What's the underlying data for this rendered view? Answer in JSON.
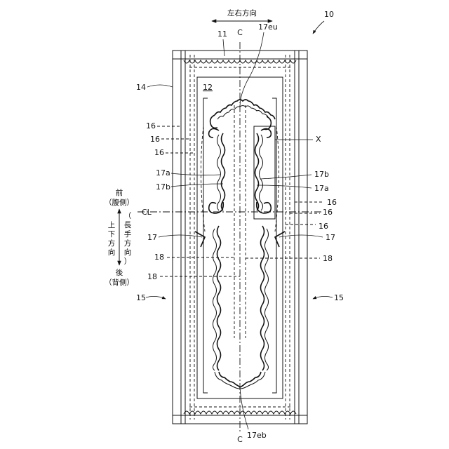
{
  "figure_number": "10",
  "direction_labels": {
    "lateral": "左右方向",
    "longitudinal_vertical": [
      "上",
      "下",
      "方",
      "向"
    ],
    "longitudinal_paren": [
      "（",
      "長",
      "手",
      "方",
      "向",
      "）"
    ],
    "front": "前",
    "front_sub": "（腹側）",
    "rear": "後",
    "rear_sub": "（背側）"
  },
  "centerline_labels": {
    "top": "C",
    "bottom": "C",
    "cl": "CL"
  },
  "reference_numerals": {
    "n11": "11",
    "n12": "12",
    "n14": "14",
    "n15_left": "15",
    "n15_right": "15",
    "n16_a": "16",
    "n16_b": "16",
    "n16_c": "16",
    "n16_r1": "16",
    "n16_r2": "16",
    "n16_r3": "16",
    "n17_left": "17",
    "n17_right": "17",
    "n17a_left": "17a",
    "n17b_left": "17b",
    "n17b_right": "17b",
    "n17a_right": "17a",
    "n17eu": "17eu",
    "n17eb": "17eb",
    "n18_a": "18",
    "n18_b": "18",
    "n18_right": "18",
    "x_label": "X"
  }
}
